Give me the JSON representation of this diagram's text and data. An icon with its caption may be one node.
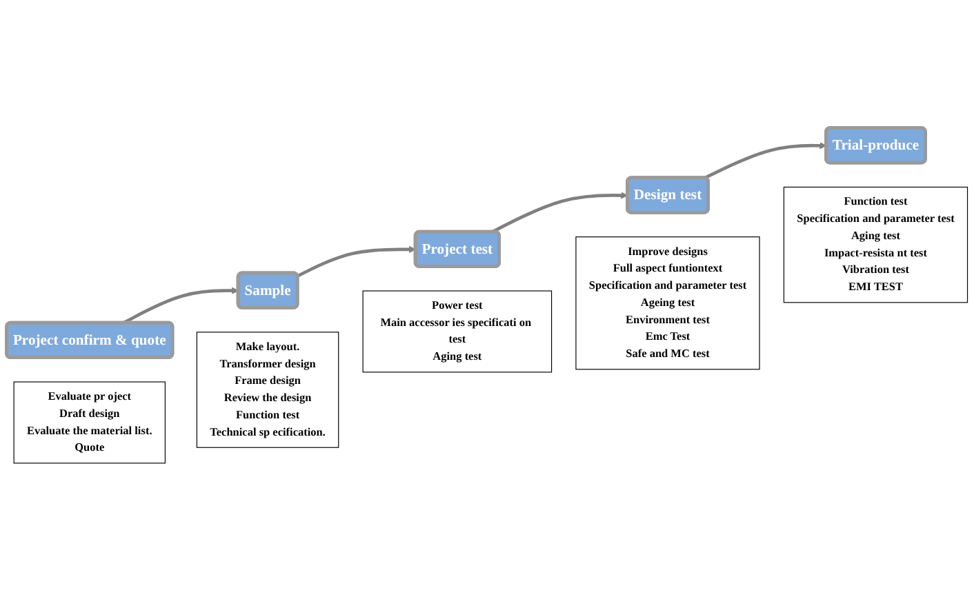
{
  "diagram": {
    "nodes": [
      {
        "text": [
          "Project confirm & quote"
        ]
      },
      {
        "text": [
          "Sample"
        ]
      },
      {
        "text": [
          "Project test"
        ]
      },
      {
        "text": [
          "Design test"
        ]
      },
      {
        "text": [
          "Trial-produce"
        ]
      },
      {
        "text": [
          "Evaluate pr oject",
          "Draft design",
          "Evaluate the material list.",
          "Quote"
        ]
      },
      {
        "text": [
          "Make layout.",
          "Transformer design",
          "Frame design",
          "Review the design",
          "Function test",
          "Technical sp ecification."
        ]
      },
      {
        "text": [
          "Power test",
          "Main accessor ies specificati on test",
          "Aging test"
        ]
      },
      {
        "text": [
          "Improve designs",
          "Full aspect funtiontext",
          "Specification and parameter test",
          "Ageing test",
          "Environment test",
          "Emc Test",
          "Safe and MC test"
        ]
      },
      {
        "text": [
          "Function test",
          "Specification and parameter test",
          "Aging test",
          "Impact-resista nt test",
          "Vibration test",
          "EMI TEST"
        ]
      }
    ],
    "edges": [
      {
        "from": 0,
        "to": 1,
        "arrow": "to"
      },
      {
        "from": 1,
        "to": 2,
        "arrow": "to"
      },
      {
        "from": 2,
        "to": 3,
        "arrow": "to"
      },
      {
        "from": 3,
        "to": 4,
        "arrow": "to"
      }
    ]
  }
}
